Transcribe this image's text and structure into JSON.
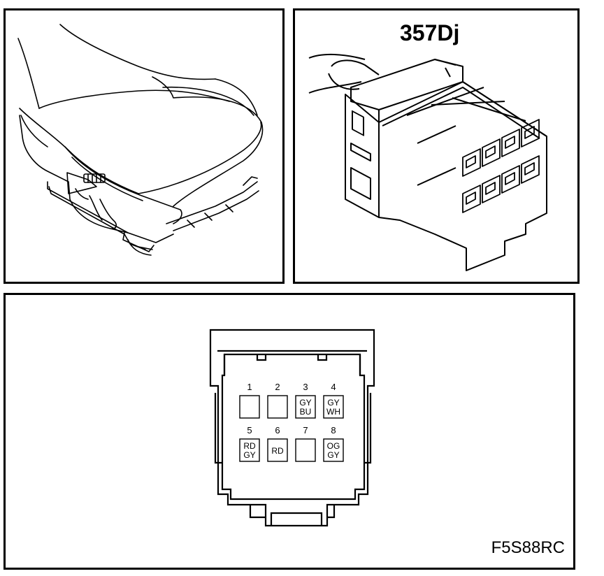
{
  "connector": {
    "id": "357Dj"
  },
  "figure": {
    "ref_code": "F5S88RC"
  },
  "pins": [
    {
      "num": "1",
      "wire": []
    },
    {
      "num": "2",
      "wire": []
    },
    {
      "num": "3",
      "wire": [
        "GY",
        "BU"
      ]
    },
    {
      "num": "4",
      "wire": [
        "GY",
        "WH"
      ]
    },
    {
      "num": "5",
      "wire": [
        "RD",
        "GY"
      ]
    },
    {
      "num": "6",
      "wire": [
        "RD"
      ]
    },
    {
      "num": "7",
      "wire": []
    },
    {
      "num": "8",
      "wire": [
        "OG",
        "GY"
      ]
    }
  ]
}
